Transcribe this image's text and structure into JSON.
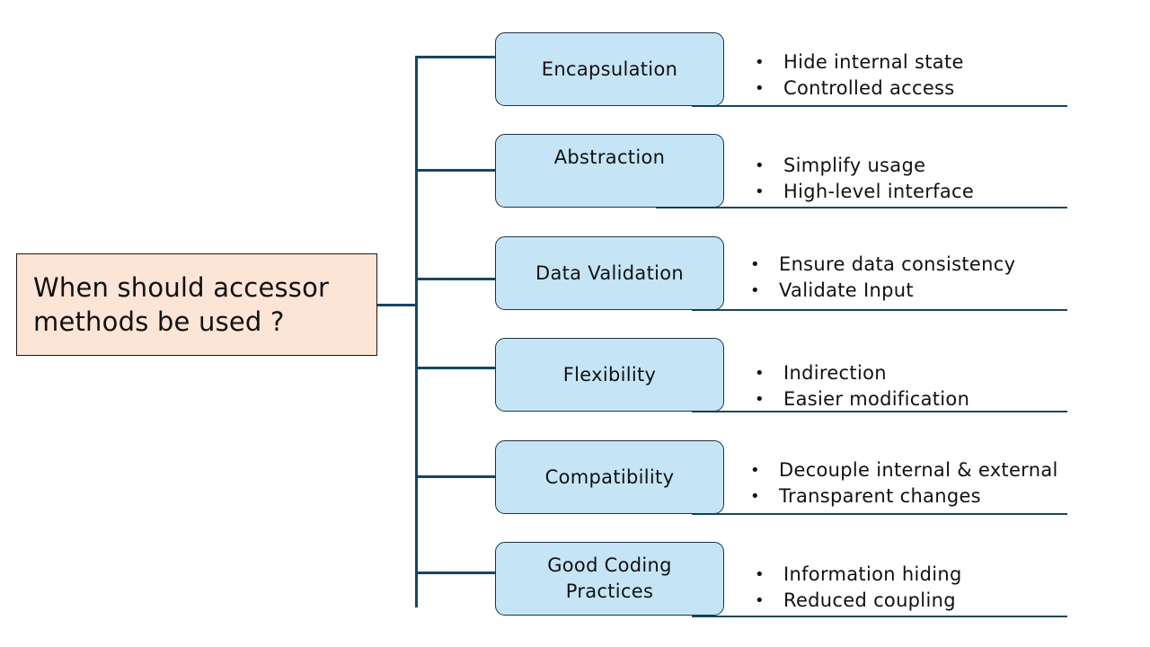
{
  "root": {
    "line1": "When should accessor",
    "line2": "methods be used ?"
  },
  "branches": [
    {
      "label_lines": [
        "Encapsulation"
      ],
      "bullets": [
        "Hide internal state",
        "Controlled access"
      ]
    },
    {
      "label_lines": [
        "Abstraction"
      ],
      "bullets": [
        "Simplify usage",
        "High-level interface"
      ]
    },
    {
      "label_lines": [
        "Data Validation"
      ],
      "bullets": [
        "Ensure data consistency",
        "Validate Input"
      ]
    },
    {
      "label_lines": [
        "Flexibility"
      ],
      "bullets": [
        "Indirection",
        "Easier modification"
      ]
    },
    {
      "label_lines": [
        "Compatibility"
      ],
      "bullets": [
        "Decouple internal & external",
        "Transparent changes"
      ]
    },
    {
      "label_lines": [
        "Good Coding",
        "Practices"
      ],
      "bullets": [
        "Information hiding",
        "Reduced coupling"
      ]
    }
  ],
  "colors": {
    "root_fill": "#fce4d6",
    "node_fill": "#c5e5f6",
    "connector": "#17475e"
  }
}
